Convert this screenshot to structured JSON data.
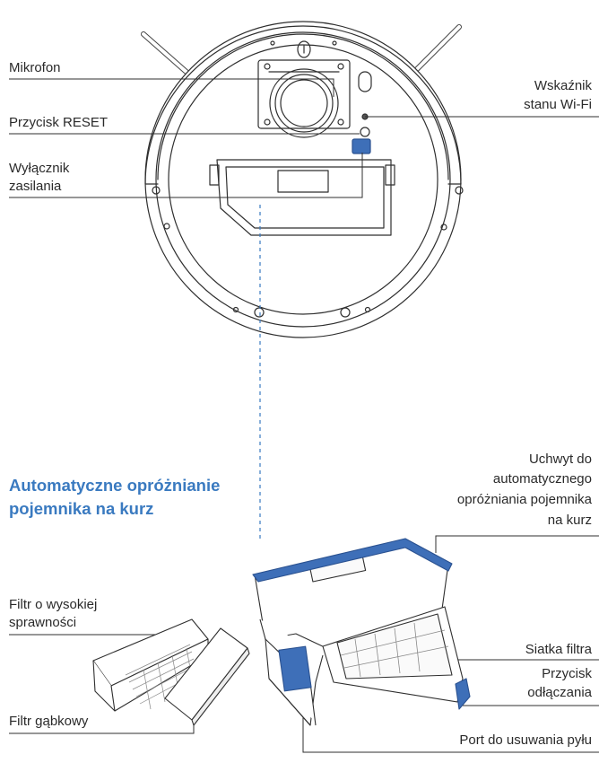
{
  "heading": {
    "line1": "Automatyczne opróżnianie",
    "line2": "pojemnika na kurz"
  },
  "labels": {
    "mikrofon": "Mikrofon",
    "reset": "Przycisk RESET",
    "wylacznik_1": "Wyłącznik",
    "wylacznik_2": "zasilania",
    "wifi_1": "Wskaźnik",
    "wifi_2": "stanu Wi-Fi",
    "uchwyt_1": "Uchwyt do",
    "uchwyt_2": "automatycznego",
    "uchwyt_3": "opróżniania pojemnika",
    "uchwyt_4": "na kurz",
    "filtr_hepa_1": "Filtr o wysokiej",
    "filtr_hepa_2": "sprawności",
    "siatka": "Siatka filtra",
    "przycisk_1": "Przycisk",
    "przycisk_2": "odłączania",
    "filtr_gabkowy": "Filtr gąbkowy",
    "port": "Port do usuwania pyłu"
  },
  "colors": {
    "accent": "#3a7ac0",
    "outline": "#2f2f2f",
    "blue_part": "#3e6fb8"
  }
}
